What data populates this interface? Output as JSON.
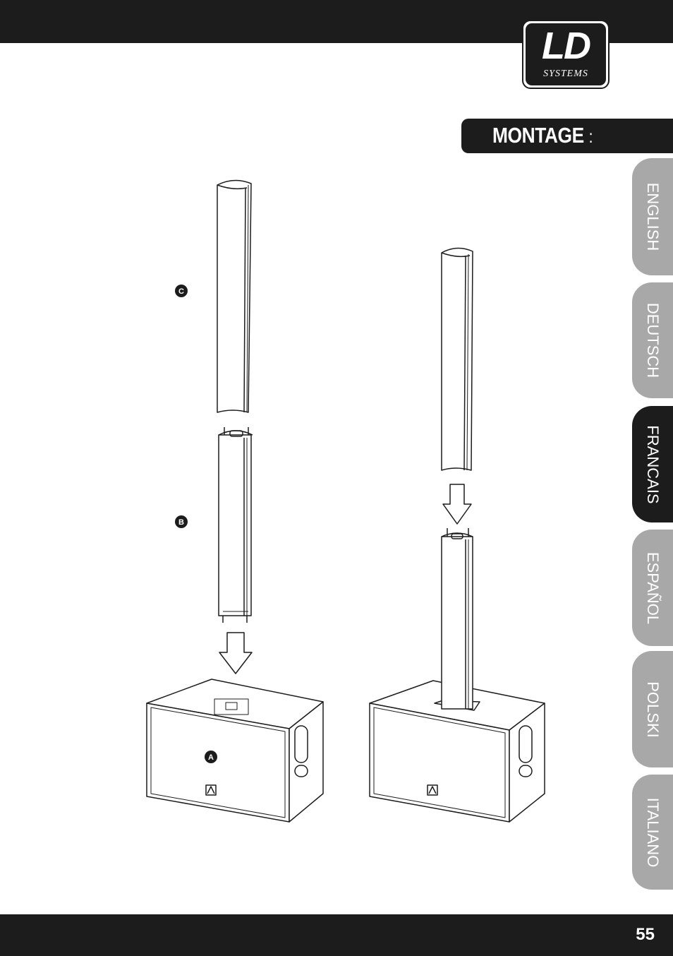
{
  "header": {
    "logo": {
      "mark": "LD",
      "subtitle": "SYSTEMS"
    },
    "section_title": "MONTAGE",
    "section_colon": ":"
  },
  "language_tabs": [
    {
      "label": "ENGLISH",
      "active": false
    },
    {
      "label": "DEUTSCH",
      "active": false
    },
    {
      "label": "FRANCAIS",
      "active": true
    },
    {
      "label": "ESPAÑOL",
      "active": false
    },
    {
      "label": "POLSKI",
      "active": false
    },
    {
      "label": "ITALIANO",
      "active": false
    }
  ],
  "figure": {
    "callouts": {
      "a": "A",
      "b": "B",
      "c": "C"
    }
  },
  "footer": {
    "page_number": "55"
  },
  "colors": {
    "bar": "#1c1c1c",
    "tab_inactive": "#a8a8a8",
    "tab_active": "#1c1c1c"
  }
}
